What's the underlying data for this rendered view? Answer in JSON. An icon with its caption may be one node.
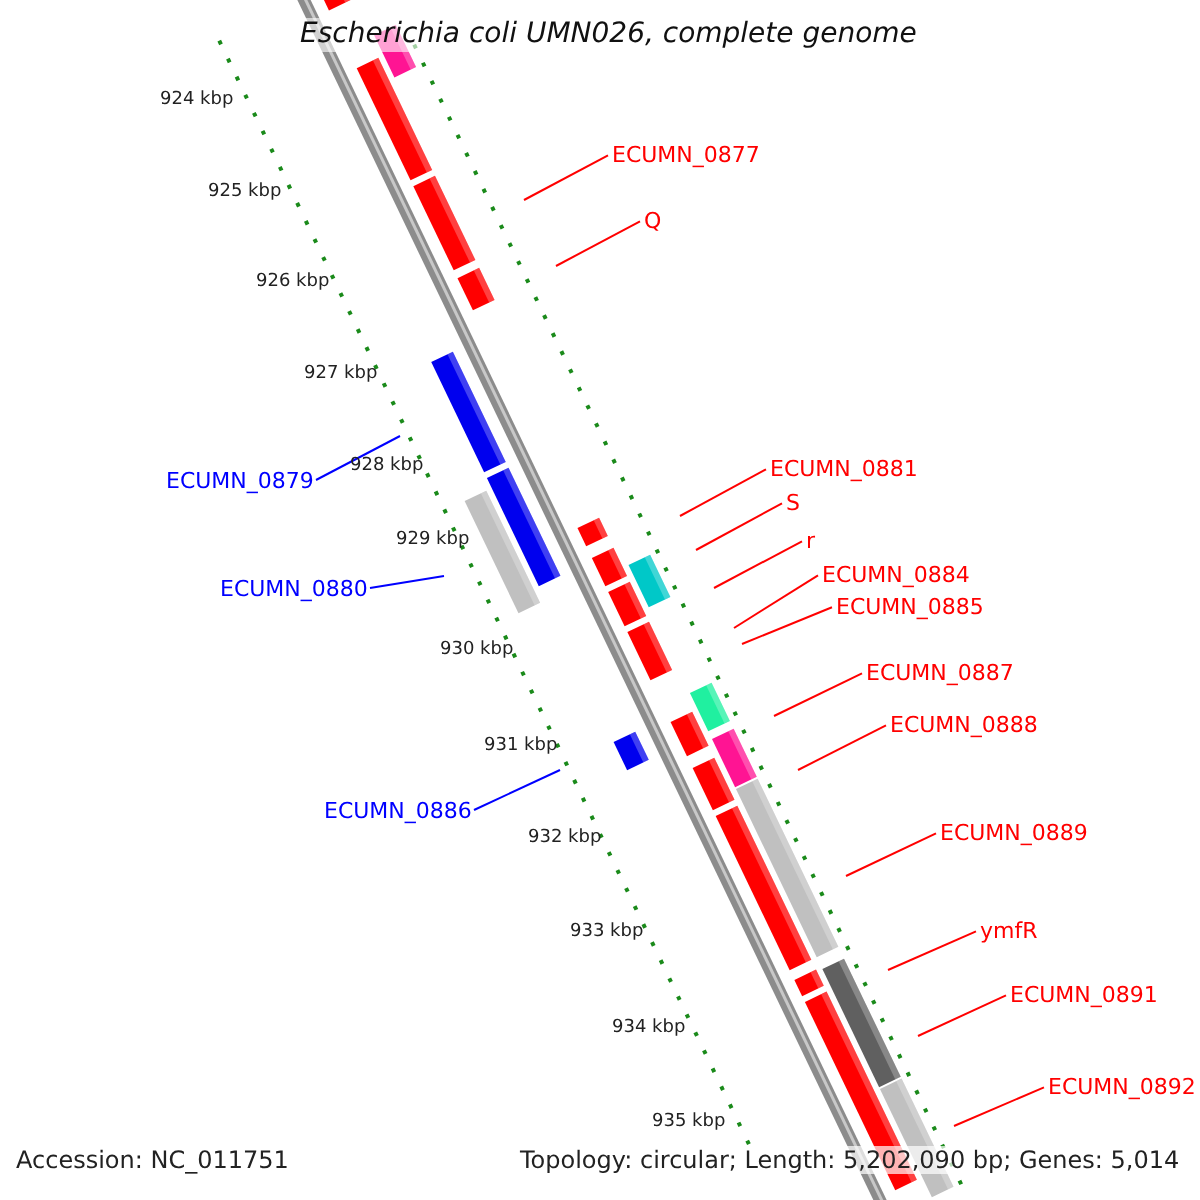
{
  "diagram": {
    "title": "Escherichia coli UMN026, complete genome",
    "nodes": [
      {
        "text": [
          "ECUMN_0877"
        ]
      },
      {
        "text": [
          "Q"
        ]
      },
      {
        "text": [
          "ECUMN_0881"
        ]
      },
      {
        "text": [
          "ECUMN_0879"
        ]
      },
      {
        "text": [
          "S"
        ]
      },
      {
        "text": [
          "r"
        ]
      },
      {
        "text": [
          "ECUMN_0884"
        ]
      },
      {
        "text": [
          "ECUMN_0880"
        ]
      },
      {
        "text": [
          "ECUMN_0885"
        ]
      },
      {
        "text": [
          "ECUMN_0887"
        ]
      },
      {
        "text": [
          "ECUMN_0888"
        ]
      },
      {
        "text": [
          "ECUMN_0886"
        ]
      },
      {
        "text": [
          "ECUMN_0889"
        ]
      },
      {
        "text": [
          "ymfR"
        ]
      },
      {
        "text": [
          "ECUMN_0891"
        ]
      },
      {
        "text": [
          "ECUMN_0892"
        ]
      }
    ],
    "edges": [
      {
        "from": 0,
        "to": null,
        "arrow": "none"
      },
      {
        "from": 1,
        "to": null,
        "arrow": "none"
      },
      {
        "from": 2,
        "to": null,
        "arrow": "none"
      },
      {
        "from": 3,
        "to": null,
        "arrow": "none",
        "color": "#0000ff"
      },
      {
        "from": 4,
        "to": null,
        "arrow": "none"
      },
      {
        "from": 5,
        "to": null,
        "arrow": "none"
      },
      {
        "from": 6,
        "to": null,
        "arrow": "none"
      },
      {
        "from": 7,
        "to": null,
        "arrow": "none",
        "color": "#0000ff"
      },
      {
        "from": 8,
        "to": null,
        "arrow": "none"
      },
      {
        "from": 9,
        "to": null,
        "arrow": "none"
      },
      {
        "from": 10,
        "to": null,
        "arrow": "none"
      },
      {
        "from": 11,
        "to": null,
        "arrow": "none",
        "color": "#0000ff"
      },
      {
        "from": 12,
        "to": null,
        "arrow": "none"
      },
      {
        "from": 13,
        "to": null,
        "arrow": "none"
      },
      {
        "from": 14,
        "to": null,
        "arrow": "none"
      },
      {
        "from": 15,
        "to": null,
        "arrow": "none"
      }
    ],
    "labels": [
      "924 kbp",
      "925 kbp",
      "926 kbp",
      "927 kbp",
      "928 kbp",
      "929 kbp",
      "930 kbp",
      "931 kbp",
      "932 kbp",
      "933 kbp",
      "934 kbp",
      "935 kbp",
      "Accession: NC_011751",
      "Topology: circular; Length: 5,202,090 bp; Genes: 5,014"
    ]
  }
}
